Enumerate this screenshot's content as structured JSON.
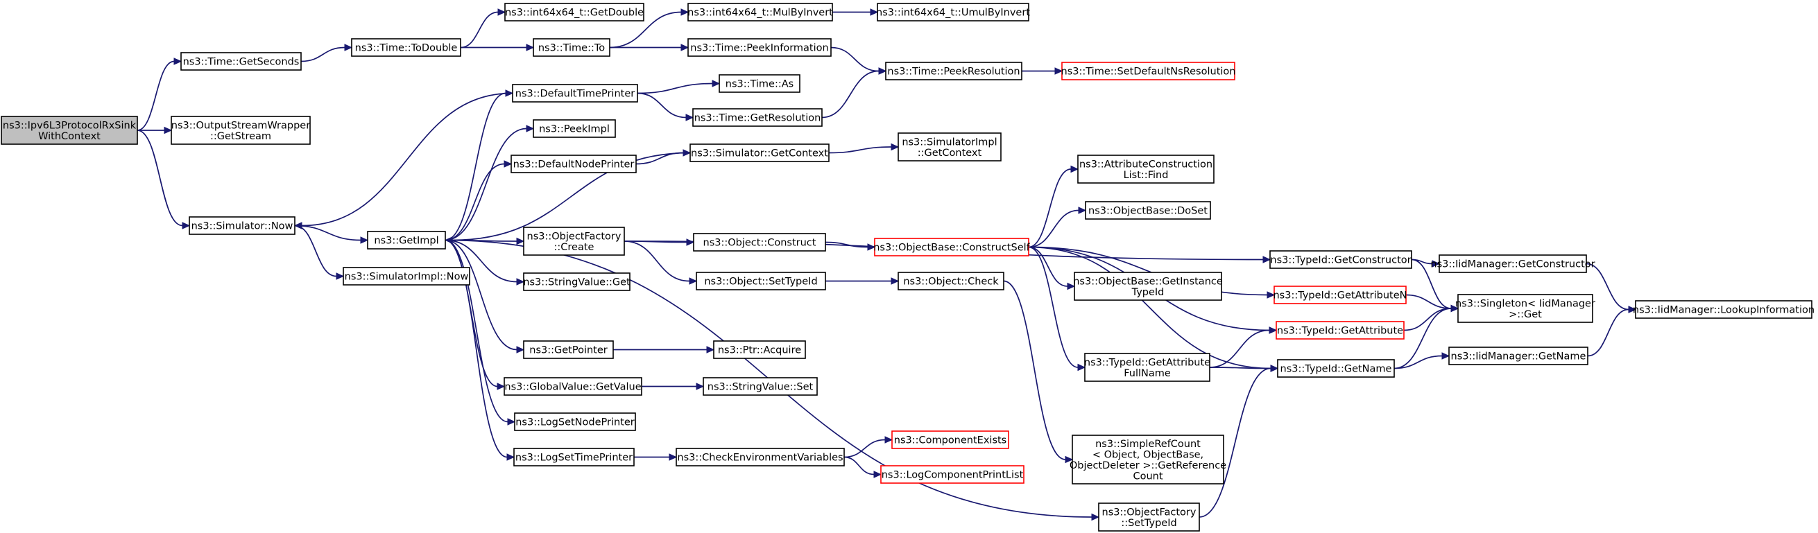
{
  "colors": {
    "edge": "#191970",
    "node_border": "#000000",
    "node_border_undocumented": "#ff0000",
    "root_fill": "#bfbfbf"
  },
  "nodes": [
    {
      "id": "root",
      "lines": [
        "ns3::Ipv6L3ProtocolRxSink",
        "WithContext"
      ],
      "root": true
    },
    {
      "id": "getSeconds",
      "lines": [
        "ns3::Time::GetSeconds"
      ]
    },
    {
      "id": "osw",
      "lines": [
        "ns3::OutputStreamWrapper",
        "::GetStream"
      ]
    },
    {
      "id": "simNow",
      "lines": [
        "ns3::Simulator::Now"
      ]
    },
    {
      "id": "toDouble",
      "lines": [
        "ns3::Time::ToDouble"
      ]
    },
    {
      "id": "getDouble",
      "lines": [
        "ns3::int64x64_t::GetDouble"
      ]
    },
    {
      "id": "timeTo",
      "lines": [
        "ns3::Time::To"
      ]
    },
    {
      "id": "mulByInvert",
      "lines": [
        "ns3::int64x64_t::MulByInvert"
      ]
    },
    {
      "id": "umulByInvert",
      "lines": [
        "ns3::int64x64_t::UmulByInvert"
      ]
    },
    {
      "id": "peekInfo",
      "lines": [
        "ns3::Time::PeekInformation"
      ]
    },
    {
      "id": "peekRes",
      "lines": [
        "ns3::Time::PeekResolution"
      ]
    },
    {
      "id": "setDefRes",
      "lines": [
        "ns3::Time::SetDefaultNsResolution"
      ],
      "red": true
    },
    {
      "id": "defTimePrinter",
      "lines": [
        "ns3::DefaultTimePrinter"
      ]
    },
    {
      "id": "timeAs",
      "lines": [
        "ns3::Time::As"
      ]
    },
    {
      "id": "getRes",
      "lines": [
        "ns3::Time::GetResolution"
      ]
    },
    {
      "id": "peekImpl",
      "lines": [
        "ns3::PeekImpl"
      ]
    },
    {
      "id": "defNodePrinter",
      "lines": [
        "ns3::DefaultNodePrinter"
      ]
    },
    {
      "id": "simGetContext",
      "lines": [
        "ns3::Simulator::GetContext"
      ]
    },
    {
      "id": "simImplGetContext",
      "lines": [
        "ns3::SimulatorImpl",
        "::GetContext"
      ]
    },
    {
      "id": "getImpl",
      "lines": [
        "ns3::GetImpl"
      ]
    },
    {
      "id": "objFactoryCreate",
      "lines": [
        "ns3::ObjectFactory",
        "::Create"
      ]
    },
    {
      "id": "simImplNow",
      "lines": [
        "ns3::SimulatorImpl::Now"
      ]
    },
    {
      "id": "stringValueGet",
      "lines": [
        "ns3::StringValue::Get"
      ]
    },
    {
      "id": "objConstruct",
      "lines": [
        "ns3::Object::Construct"
      ]
    },
    {
      "id": "objSetTypeId",
      "lines": [
        "ns3::Object::SetTypeId"
      ]
    },
    {
      "id": "constructSelf",
      "lines": [
        "ns3::ObjectBase::ConstructSelf"
      ],
      "red": true
    },
    {
      "id": "attrConstFind",
      "lines": [
        "ns3::AttributeConstruction",
        "List::Find"
      ]
    },
    {
      "id": "doSet",
      "lines": [
        "ns3::ObjectBase::DoSet"
      ]
    },
    {
      "id": "getInstTypeId",
      "lines": [
        "ns3::ObjectBase::GetInstance",
        "TypeId"
      ]
    },
    {
      "id": "objCheck",
      "lines": [
        "ns3::Object::Check"
      ]
    },
    {
      "id": "getPointer",
      "lines": [
        "ns3::GetPointer"
      ]
    },
    {
      "id": "ptrAcquire",
      "lines": [
        "ns3::Ptr::Acquire"
      ]
    },
    {
      "id": "globalGetValue",
      "lines": [
        "ns3::GlobalValue::GetValue"
      ]
    },
    {
      "id": "stringValueSet",
      "lines": [
        "ns3::StringValue::Set"
      ]
    },
    {
      "id": "logSetNodePrinter",
      "lines": [
        "ns3::LogSetNodePrinter"
      ]
    },
    {
      "id": "logSetTimePrinter",
      "lines": [
        "ns3::LogSetTimePrinter"
      ]
    },
    {
      "id": "checkEnv",
      "lines": [
        "ns3::CheckEnvironmentVariables"
      ]
    },
    {
      "id": "compExists",
      "lines": [
        "ns3::ComponentExists"
      ],
      "red": true
    },
    {
      "id": "logCompPrintList",
      "lines": [
        "ns3::LogComponentPrintList"
      ],
      "red": true
    },
    {
      "id": "typeIdGetConstructor",
      "lines": [
        "ns3::TypeId::GetConstructor"
      ]
    },
    {
      "id": "typeIdGetAttrN",
      "lines": [
        "ns3::TypeId::GetAttributeN"
      ],
      "red": true
    },
    {
      "id": "typeIdGetAttr",
      "lines": [
        "ns3::TypeId::GetAttribute"
      ],
      "red": true
    },
    {
      "id": "typeIdGetAttrFullName",
      "lines": [
        "ns3::TypeId::GetAttribute",
        "FullName"
      ]
    },
    {
      "id": "typeIdGetName",
      "lines": [
        "ns3::TypeId::GetName"
      ]
    },
    {
      "id": "simpleRefCount",
      "lines": [
        "ns3::SimpleRefCount",
        "< Object, ObjectBase,",
        "ObjectDeleter >::GetReference",
        "Count"
      ]
    },
    {
      "id": "objFactorySetTypeId",
      "lines": [
        "ns3::ObjectFactory",
        "::SetTypeId"
      ]
    },
    {
      "id": "iidGetConstructor",
      "lines": [
        "ns3::IidManager::GetConstructor"
      ]
    },
    {
      "id": "singletonGet",
      "lines": [
        "ns3::Singleton< IidManager",
        " >::Get"
      ]
    },
    {
      "id": "iidGetName",
      "lines": [
        "ns3::IidManager::GetName"
      ]
    },
    {
      "id": "iidLookup",
      "lines": [
        "ns3::IidManager::LookupInformation"
      ]
    }
  ],
  "edges": [
    [
      "root",
      "getSeconds"
    ],
    [
      "root",
      "osw"
    ],
    [
      "root",
      "simNow"
    ],
    [
      "getSeconds",
      "toDouble"
    ],
    [
      "toDouble",
      "getDouble"
    ],
    [
      "toDouble",
      "timeTo"
    ],
    [
      "timeTo",
      "mulByInvert"
    ],
    [
      "mulByInvert",
      "umulByInvert"
    ],
    [
      "timeTo",
      "peekInfo"
    ],
    [
      "peekInfo",
      "peekRes"
    ],
    [
      "peekRes",
      "setDefRes"
    ],
    [
      "defTimePrinter",
      "simNow"
    ],
    [
      "defTimePrinter",
      "timeAs"
    ],
    [
      "defTimePrinter",
      "getRes"
    ],
    [
      "getRes",
      "peekRes"
    ],
    [
      "simNow",
      "getImpl"
    ],
    [
      "simNow",
      "simImplNow"
    ],
    [
      "getImpl",
      "defTimePrinter"
    ],
    [
      "getImpl",
      "peekImpl"
    ],
    [
      "getImpl",
      "defNodePrinter"
    ],
    [
      "getImpl",
      "objFactoryCreate"
    ],
    [
      "getImpl",
      "stringValueGet"
    ],
    [
      "getImpl",
      "getPointer"
    ],
    [
      "getImpl",
      "globalGetValue"
    ],
    [
      "getImpl",
      "logSetNodePrinter"
    ],
    [
      "getImpl",
      "logSetTimePrinter"
    ],
    [
      "getImpl",
      "objFactorySetTypeId"
    ],
    [
      "defNodePrinter",
      "simGetContext"
    ],
    [
      "simGetContext",
      "simImplGetContext"
    ],
    [
      "simGetContext",
      "getImpl"
    ],
    [
      "objFactoryCreate",
      "typeIdGetConstructor"
    ],
    [
      "objFactoryCreate",
      "objConstruct"
    ],
    [
      "objFactoryCreate",
      "objSetTypeId"
    ],
    [
      "objConstruct",
      "constructSelf"
    ],
    [
      "objSetTypeId",
      "objCheck"
    ],
    [
      "constructSelf",
      "attrConstFind"
    ],
    [
      "constructSelf",
      "doSet"
    ],
    [
      "constructSelf",
      "getInstTypeId"
    ],
    [
      "constructSelf",
      "typeIdGetAttrN"
    ],
    [
      "constructSelf",
      "typeIdGetAttr"
    ],
    [
      "constructSelf",
      "typeIdGetAttrFullName"
    ],
    [
      "constructSelf",
      "typeIdGetName"
    ],
    [
      "objCheck",
      "simpleRefCount"
    ],
    [
      "getPointer",
      "ptrAcquire"
    ],
    [
      "globalGetValue",
      "stringValueSet"
    ],
    [
      "logSetTimePrinter",
      "checkEnv"
    ],
    [
      "checkEnv",
      "compExists"
    ],
    [
      "checkEnv",
      "logCompPrintList"
    ],
    [
      "typeIdGetConstructor",
      "iidGetConstructor"
    ],
    [
      "typeIdGetConstructor",
      "singletonGet"
    ],
    [
      "typeIdGetAttrN",
      "singletonGet"
    ],
    [
      "typeIdGetAttr",
      "singletonGet"
    ],
    [
      "typeIdGetAttrFullName",
      "typeIdGetAttr"
    ],
    [
      "typeIdGetAttrFullName",
      "typeIdGetName"
    ],
    [
      "typeIdGetName",
      "singletonGet"
    ],
    [
      "typeIdGetName",
      "iidGetName"
    ],
    [
      "iidGetConstructor",
      "iidLookup"
    ],
    [
      "iidGetName",
      "iidLookup"
    ],
    [
      "objFactorySetTypeId",
      "typeIdGetName"
    ]
  ]
}
